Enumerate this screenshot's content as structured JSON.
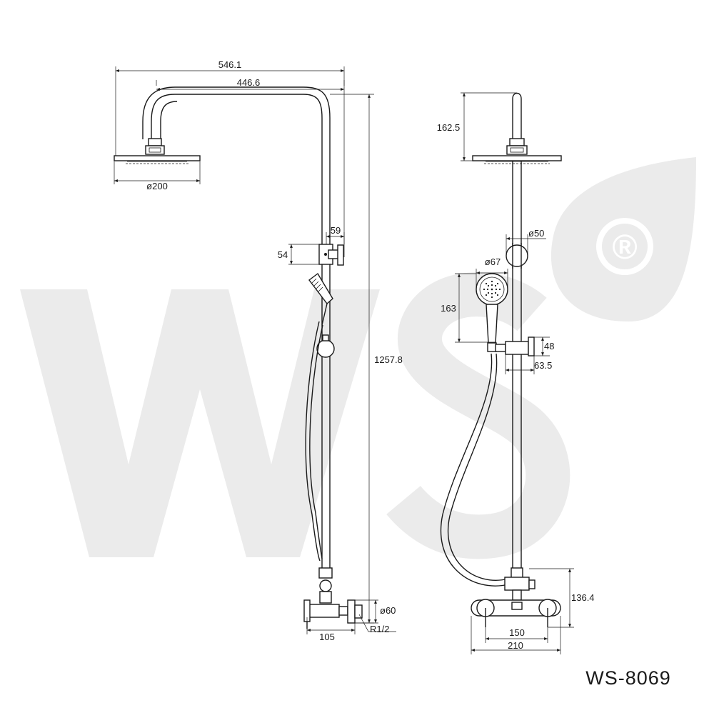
{
  "title": "WS-8069",
  "watermark": {
    "letters": "WS",
    "registered_mark": "®",
    "color": "#ebebeb"
  },
  "side_view": {
    "overall_width": "546.1",
    "arm_reach": "446.6",
    "head_diameter": "ø200",
    "total_height": "1257.8",
    "holder_offset": "59",
    "holder_height": "54",
    "valve_depth": "105",
    "flange_diameter": "ø60",
    "connection_thread": "R1/2"
  },
  "front_view": {
    "head_drop": "162.5",
    "joint_diameter": "ø50",
    "hand_shower_diameter": "ø67",
    "hand_shower_length": "163",
    "slider_height": "48",
    "slider_depth": "63.5",
    "valve_height": "136.4",
    "inlet_centers": "150",
    "valve_width": "210"
  }
}
